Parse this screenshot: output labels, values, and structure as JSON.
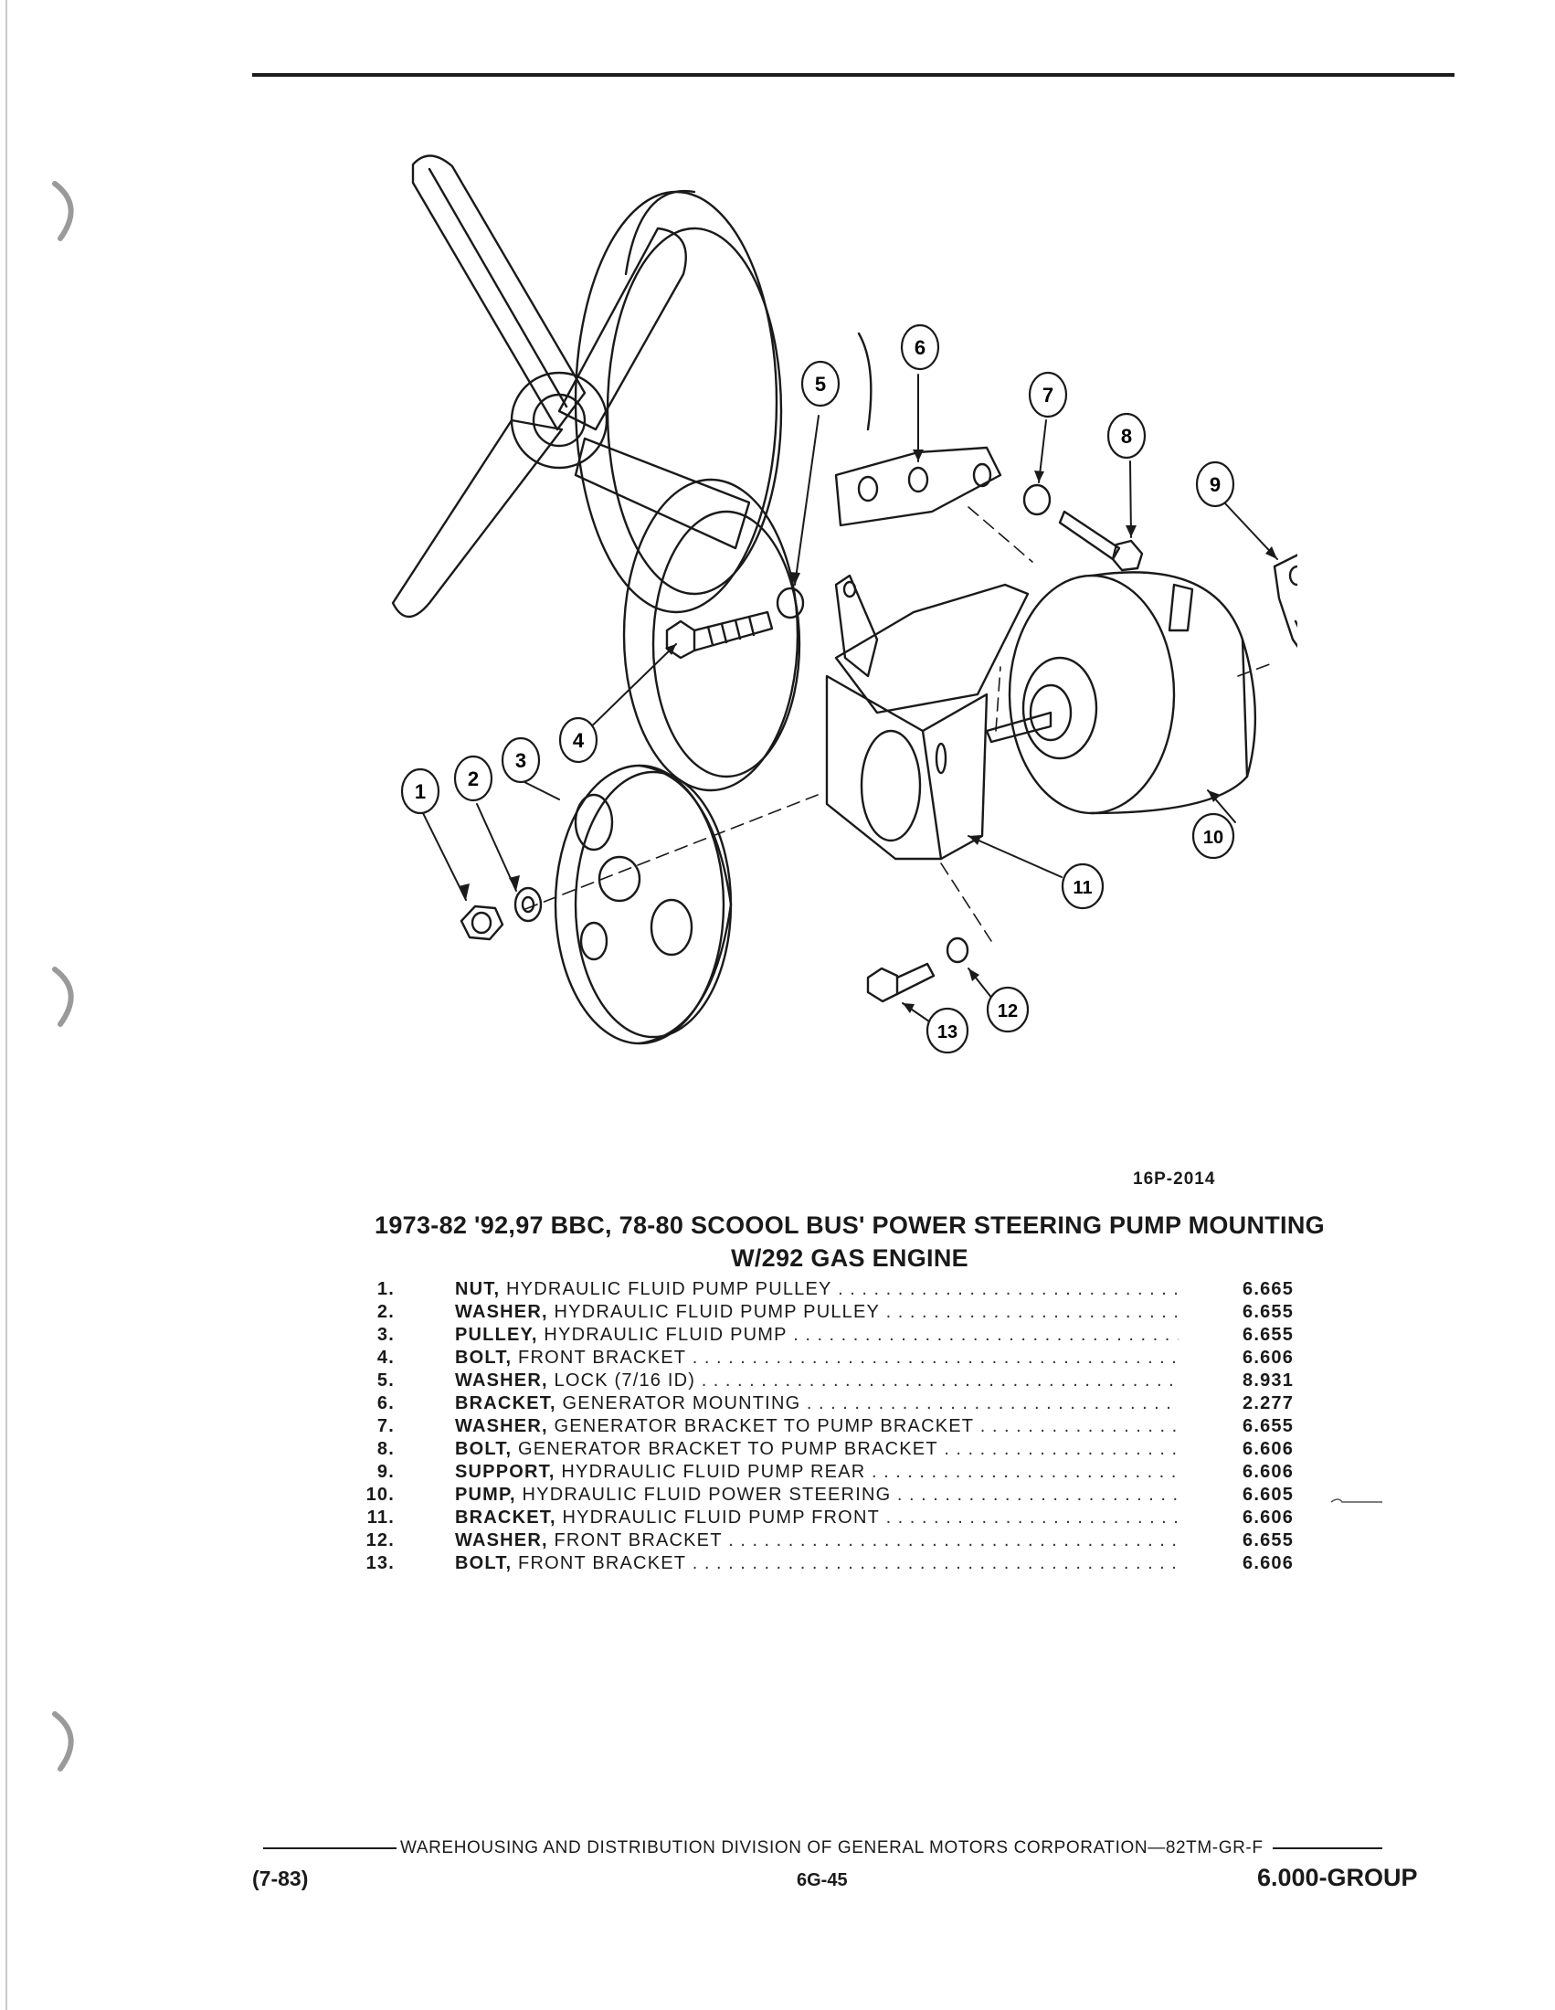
{
  "figure": {
    "code": "16P-2014",
    "title_line1": "1973-82 '92,97 BBC, 78-80 SCOOOL BUS' POWER STEERING PUMP MOUNTING",
    "title_line2": "W/292 GAS ENGINE",
    "callouts": [
      "1",
      "2",
      "3",
      "4",
      "5",
      "6",
      "7",
      "8",
      "9",
      "10",
      "11",
      "12",
      "13"
    ]
  },
  "parts": [
    {
      "num": "1.",
      "noun": "NUT,",
      "desc": " HYDRAULIC FLUID PUMP PULLEY",
      "code": "6.665"
    },
    {
      "num": "2.",
      "noun": "WASHER,",
      "desc": " HYDRAULIC FLUID PUMP PULLEY",
      "code": "6.655"
    },
    {
      "num": "3.",
      "noun": "PULLEY,",
      "desc": " HYDRAULIC FLUID PUMP",
      "code": "6.655"
    },
    {
      "num": "4.",
      "noun": "BOLT,",
      "desc": " FRONT BRACKET",
      "code": "6.606"
    },
    {
      "num": "5.",
      "noun": "WASHER,",
      "desc": " LOCK (7/16 ID)",
      "code": "8.931"
    },
    {
      "num": "6.",
      "noun": "BRACKET,",
      "desc": " GENERATOR MOUNTING",
      "code": "2.277"
    },
    {
      "num": "7.",
      "noun": "WASHER,",
      "desc": " GENERATOR BRACKET TO PUMP BRACKET",
      "code": "6.655"
    },
    {
      "num": "8.",
      "noun": "BOLT,",
      "desc": " GENERATOR BRACKET TO PUMP BRACKET",
      "code": "6.606"
    },
    {
      "num": "9.",
      "noun": "SUPPORT,",
      "desc": " HYDRAULIC FLUID PUMP REAR",
      "code": "6.606"
    },
    {
      "num": "10.",
      "noun": "PUMP,",
      "desc": " HYDRAULIC FLUID POWER STEERING",
      "code": "6.605"
    },
    {
      "num": "11.",
      "noun": "BRACKET,",
      "desc": " HYDRAULIC FLUID PUMP FRONT",
      "code": "6.606"
    },
    {
      "num": "12.",
      "noun": "WASHER,",
      "desc": " FRONT BRACKET",
      "code": "6.655"
    },
    {
      "num": "13.",
      "noun": "BOLT,",
      "desc": " FRONT BRACKET",
      "code": "6.606"
    }
  ],
  "footer": {
    "division": "WAREHOUSING AND DISTRIBUTION  DIVISION OF GENERAL MOTORS CORPORATION—82TM-GR-F",
    "date": "(7-83)",
    "page": "6G-45",
    "group": "6.000-GROUP"
  }
}
